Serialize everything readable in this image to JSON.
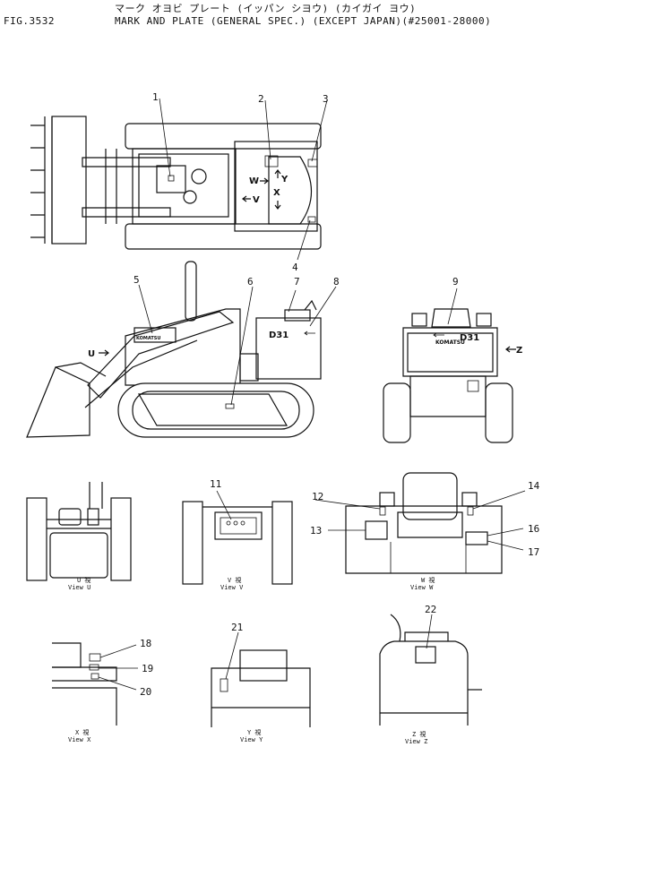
{
  "header": {
    "fig_no": "FIG.3532",
    "title_kana": "マーク オヨビ プレート (イッパン シヨウ) (カイガイ ヨウ)",
    "title": "MARK AND PLATE (GENERAL SPEC.) (EXCEPT JAPAN)(#25001-28000)"
  },
  "callouts": [
    "1",
    "2",
    "3",
    "4",
    "5",
    "6",
    "7",
    "8",
    "9",
    "11",
    "12",
    "13",
    "14",
    "16",
    "17",
    "18",
    "19",
    "20",
    "21",
    "22"
  ],
  "direction_marks": {
    "u": "U",
    "v": "V",
    "w": "W",
    "x": "X",
    "y": "Y",
    "z": "Z"
  },
  "plate_text": {
    "model": "D31",
    "brand": "KOMATSU"
  },
  "views": {
    "u": {
      "jp": "U 視",
      "en": "View U"
    },
    "v": {
      "jp": "V 視",
      "en": "View V"
    },
    "w": {
      "jp": "W 視",
      "en": "View W"
    },
    "x": {
      "jp": "X 視",
      "en": "View X"
    },
    "y": {
      "jp": "Y 視",
      "en": "View Y"
    },
    "z": {
      "jp": "Z 視",
      "en": "View Z"
    }
  }
}
